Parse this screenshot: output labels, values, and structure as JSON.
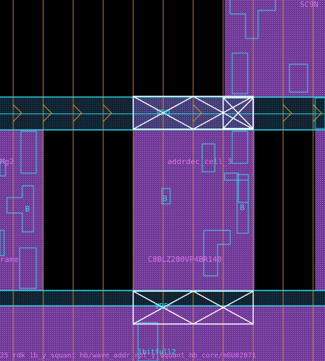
{
  "layout_view": {
    "labels": {
      "top_right": "SC9N",
      "left_mid": "Mg2",
      "cell_name": "addrdec_cell_3",
      "center_pin": "B",
      "left_pin": "B",
      "right_pin": "B",
      "left_lower": "rame",
      "macro_name": "C8BLZ280VP4BR140",
      "power_top": "VDD",
      "power_bottom": "VDD",
      "bottom_path": "25 rdk 1b_y_squant hb/wave_addr_rpt_y_squant_hb_core/m6U02071",
      "bottom_center": "lbitfull2"
    },
    "colors": {
      "background": "#000000",
      "cell_fill": "#7a3f9c",
      "rail": "#2ee0f0",
      "track": "#e8952a",
      "pin_outline": "#35d6e8",
      "via": "#ffffff",
      "label": "#d870e8"
    }
  }
}
